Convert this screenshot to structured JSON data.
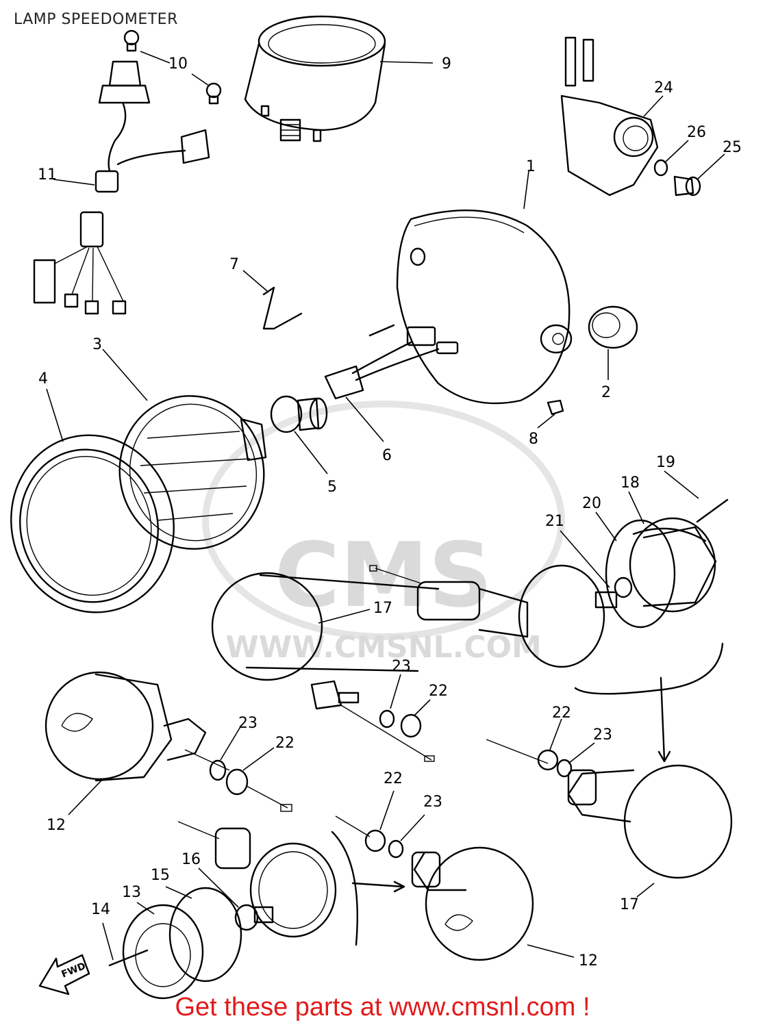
{
  "header": {
    "title": "LAMP SPEEDOMETER"
  },
  "footer": {
    "banner": "Get these parts at www.cmsnl.com !"
  },
  "watermark": {
    "brand": "CMS",
    "url": "WWW.CMSNL.COM"
  },
  "colors": {
    "banner": "#e21b1b",
    "line": "#000000",
    "watermark": "#d6d6d6"
  },
  "callouts": {
    "c1": "1",
    "c2": "2",
    "c3": "3",
    "c4": "4",
    "c5": "5",
    "c6": "6",
    "c7": "7",
    "c8": "8",
    "c9": "9",
    "c10": "10",
    "c11": "11",
    "c12a": "12",
    "c12b": "12",
    "c13": "13",
    "c14": "14",
    "c15": "15",
    "c16": "16",
    "c17a": "17",
    "c17b": "17",
    "c18": "18",
    "c19": "19",
    "c20": "20",
    "c21": "21",
    "c22a": "22",
    "c22b": "22",
    "c22c": "22",
    "c22d": "22",
    "c23a": "23",
    "c23b": "23",
    "c23c": "23",
    "c23d": "23",
    "c24": "24",
    "c25": "25",
    "c26": "26"
  },
  "icons": {
    "fwd": "fwd-arrow-icon"
  },
  "fwd_label": "FWD"
}
